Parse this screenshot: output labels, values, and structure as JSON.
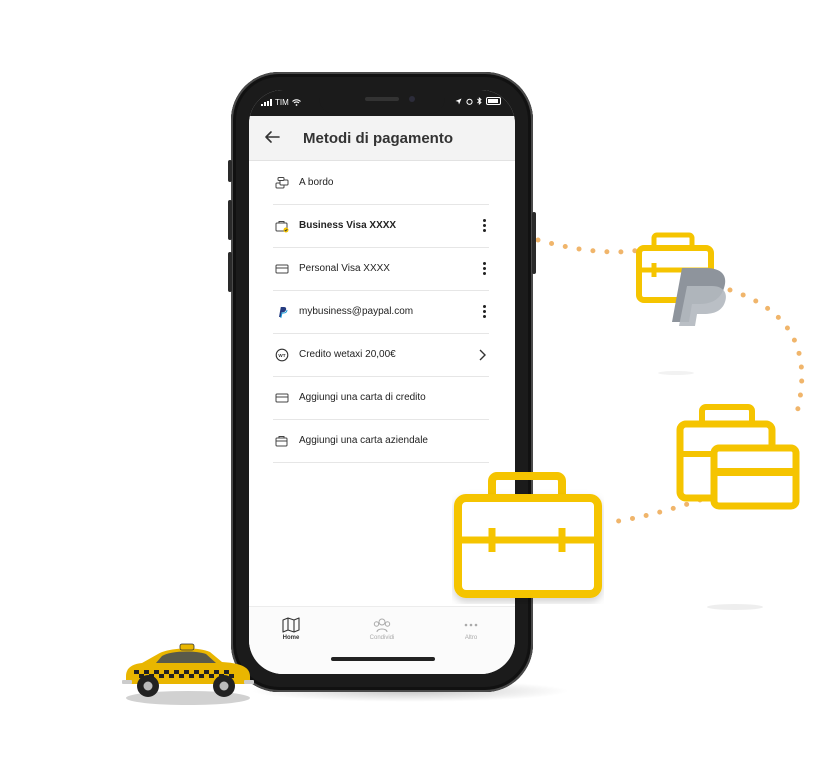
{
  "status_bar": {
    "carrier": "TIM"
  },
  "header": {
    "title": "Metodi di pagamento"
  },
  "payment_methods": [
    {
      "icon": "coins-icon",
      "label": "A bordo",
      "bold": false,
      "action": "none"
    },
    {
      "icon": "business-card-icon",
      "label": "Business Visa XXXX",
      "bold": true,
      "action": "more"
    },
    {
      "icon": "credit-card-icon",
      "label": "Personal Visa XXXX",
      "bold": false,
      "action": "more"
    },
    {
      "icon": "paypal-icon",
      "label": "mybusiness@paypal.com",
      "bold": false,
      "action": "more"
    },
    {
      "icon": "wetaxi-credit-icon",
      "label": "Credito wetaxi  20,00€",
      "bold": false,
      "action": "chevron"
    },
    {
      "icon": "credit-card-icon",
      "label": "Aggiungi una carta di credito",
      "bold": false,
      "action": "none"
    },
    {
      "icon": "business-card-icon",
      "label": "Aggiungi una carta aziendale",
      "bold": false,
      "action": "none"
    }
  ],
  "tabbar": {
    "items": [
      {
        "label": "Home",
        "icon": "map-icon",
        "active": true
      },
      {
        "label": "Condividi",
        "icon": "people-icon",
        "active": false
      },
      {
        "label": "Altro",
        "icon": "dots-icon",
        "active": false
      }
    ]
  },
  "colors": {
    "accent_yellow": "#f5c400",
    "header_bg": "#f3f3f3",
    "dots": "#f0b56b"
  }
}
